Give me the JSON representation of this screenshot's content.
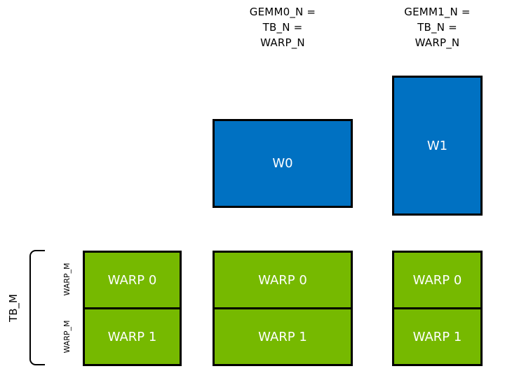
{
  "colors": {
    "blue": "#0071C2",
    "green": "#76B900",
    "border": "#000000"
  },
  "headers": [
    {
      "lines": [
        "GEMM0_N =",
        "TB_N =",
        "WARP_N"
      ]
    },
    {
      "lines": [
        "GEMM1_N =",
        "TB_N =",
        "WARP_N"
      ]
    }
  ],
  "blue_boxes": [
    {
      "label": "W0"
    },
    {
      "label": "W1"
    }
  ],
  "left_axis": {
    "tb_label": "TB_M",
    "warp_labels": [
      "WARP_M",
      "WARP_M"
    ]
  },
  "warp_groups": [
    {
      "cells": [
        "WARP 0",
        "WARP 1"
      ]
    },
    {
      "cells": [
        "WARP 0",
        "WARP 1"
      ]
    },
    {
      "cells": [
        "WARP 0",
        "WARP 1"
      ]
    }
  ]
}
